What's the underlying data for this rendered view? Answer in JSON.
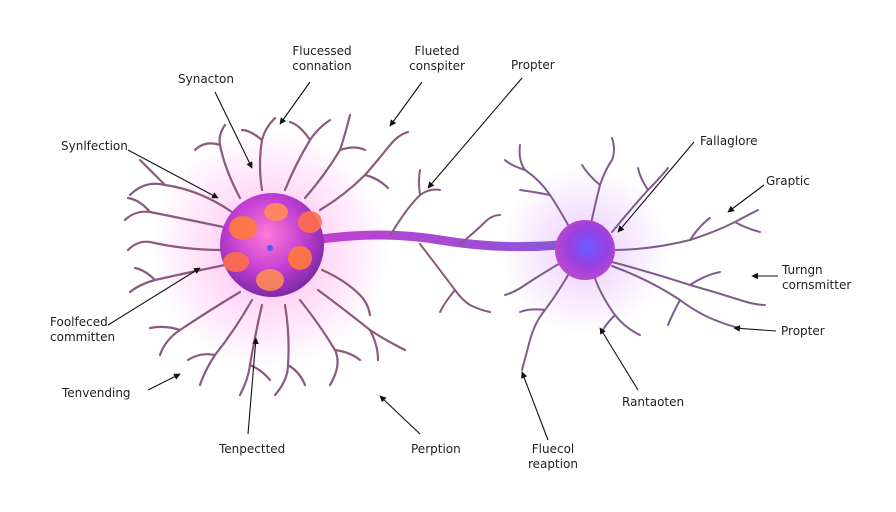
{
  "labels": {
    "synacton": "Synacton",
    "flucessed": "Flucessed\nconnation",
    "flueted": "Flueted\nconspiter",
    "propter_top": "Propter",
    "synlfection": "Synlfection",
    "fallaglore": "Fallaglore",
    "graptic": "Graptic",
    "turngn": "Turngn\ncornsmitter",
    "propter_right": "Propter",
    "foolfeced": "Foolfeced\ncommitten",
    "tenvending": "Tenvending",
    "tenpectted": "Tenpectted",
    "perption": "Perption",
    "fluecol": "Fluecol\nreaption",
    "rantaoten": "Rantaoten"
  },
  "colors": {
    "soma_left": "#b23fd6",
    "soma_right": "#8a3fe0",
    "axon": "#8e4fc6",
    "dendrite": "#8a5a7f",
    "nucleus_spot": "#ff7a3a",
    "pointer": "#111111"
  }
}
